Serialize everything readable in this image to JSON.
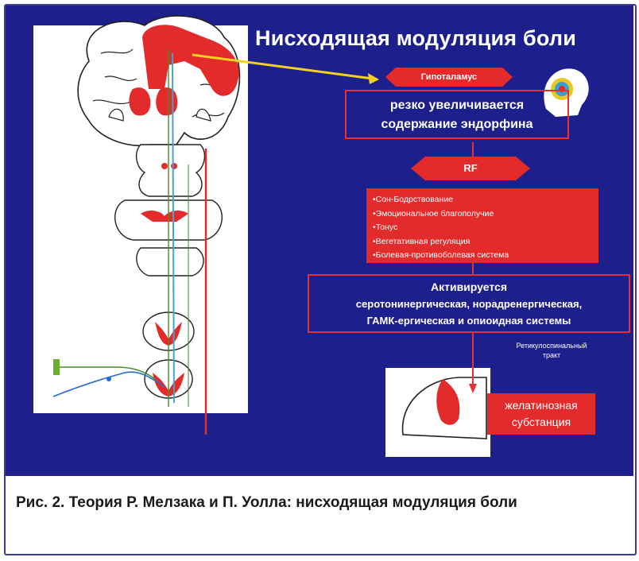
{
  "title": "Нисходящая модуляция боли",
  "hypothalamus_label": "Гипоталамус",
  "endorphin_text": {
    "line1": "резко увеличивается",
    "line2": "содержание эндорфина"
  },
  "rf_label": "RF",
  "functions": [
    "•Сон-Бодрствование",
    "•Эмоциональное благополучие",
    "•Тонус",
    "•Вегетативная регуляция",
    "•Болевая-противоболевая система"
  ],
  "activates": {
    "line1": "Активируется",
    "line2": "серотонинергическая, норадренергическая,",
    "line3": "ГАМК-ергическая и опиоидная  системы"
  },
  "tract_note": {
    "line1": "Ретикулоспинальный",
    "line2": "тракт"
  },
  "substance": {
    "line1": "желатинозная",
    "line2": "субстанция"
  },
  "caption": "Рис. 2. Теория Р. Мелзака и П. Уолла: нисходящая модуляция боли",
  "colors": {
    "background": "#1c1f8c",
    "accent_red": "#e32b2b",
    "arrow_yellow": "#f2d21e"
  }
}
